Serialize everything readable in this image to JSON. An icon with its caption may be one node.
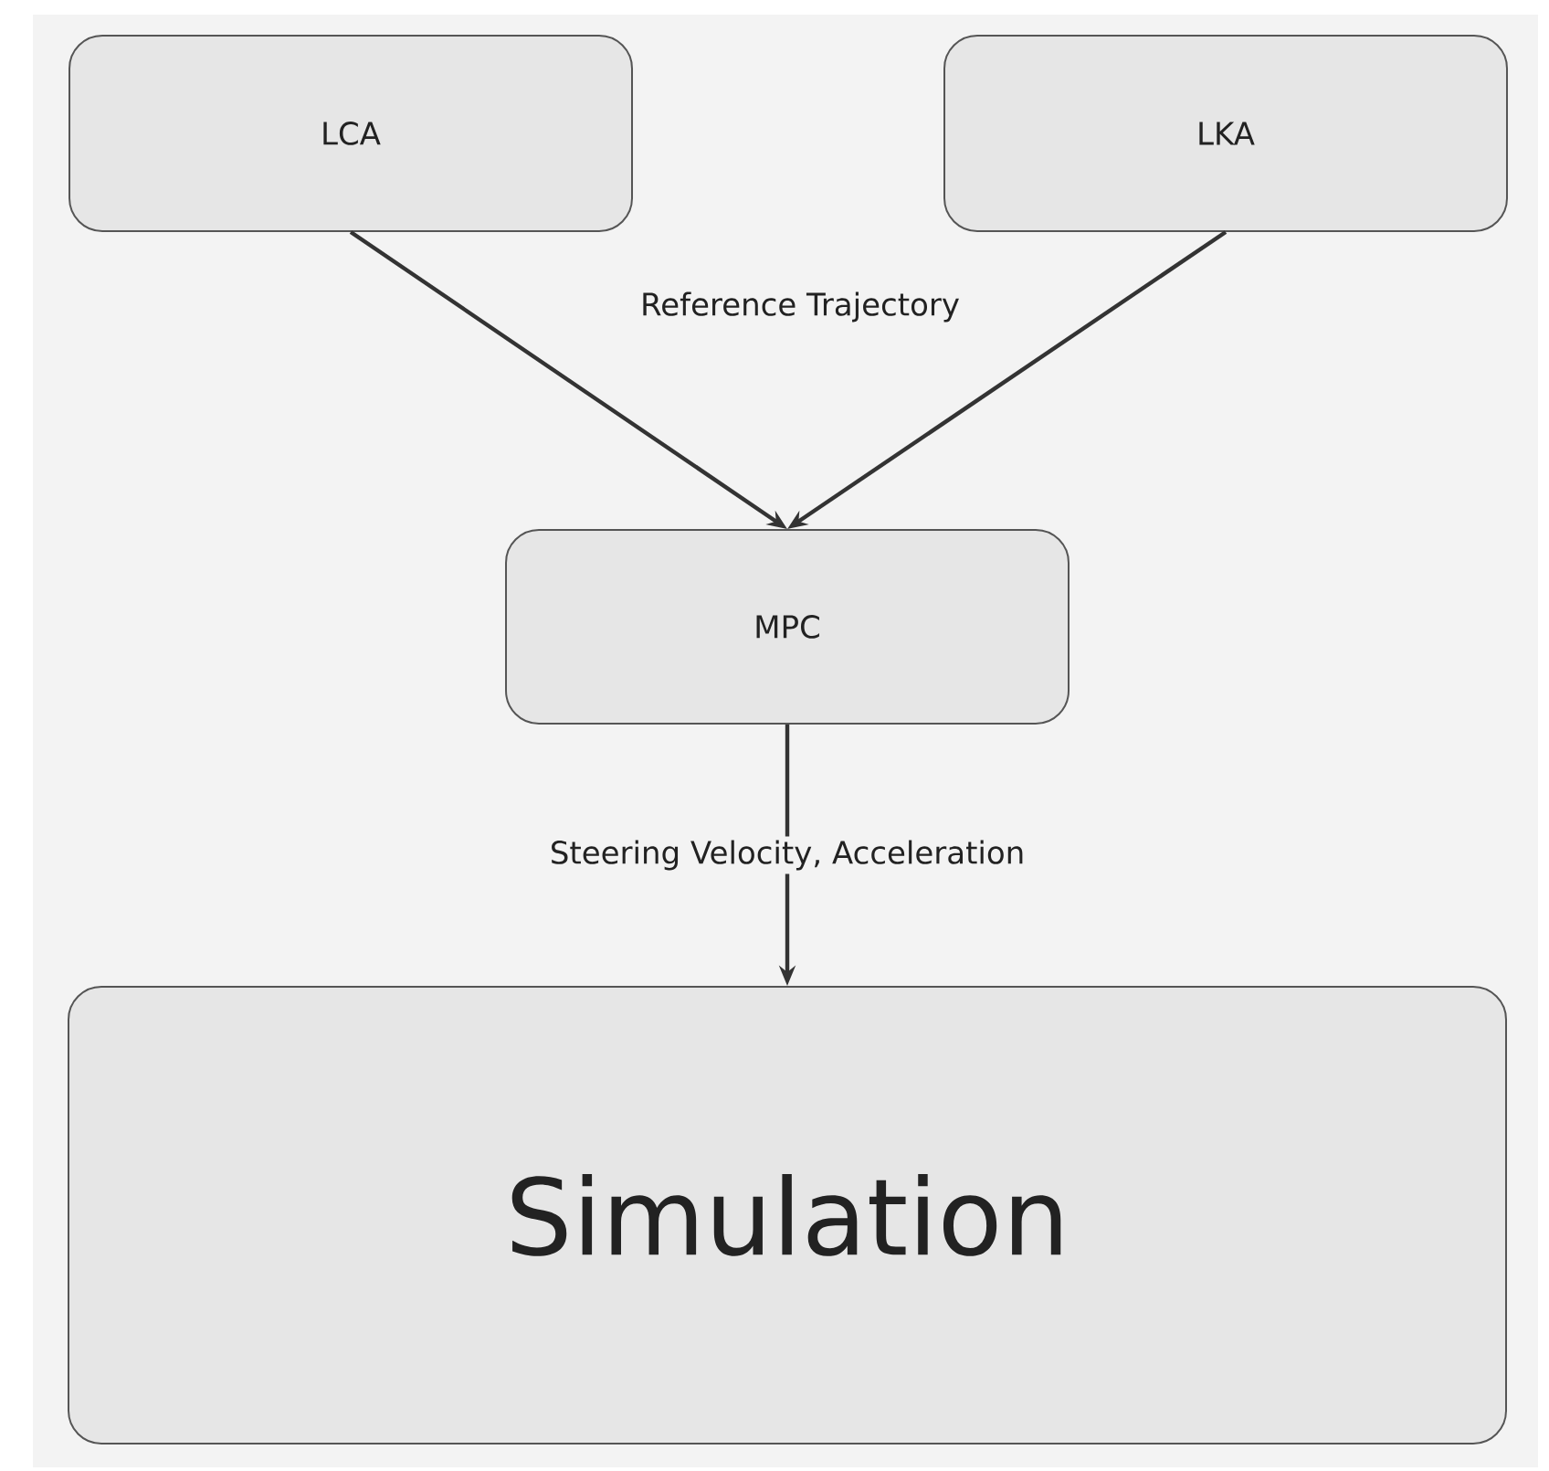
{
  "diagram": {
    "nodes": [
      {
        "text": [
          "LCA"
        ]
      },
      {
        "text": [
          "LKA"
        ]
      },
      {
        "text": [
          "MPC"
        ]
      },
      {
        "text": [
          "Simulation"
        ]
      }
    ],
    "edges": [
      {
        "from": 0,
        "to": 2,
        "arrow": "to"
      },
      {
        "from": 1,
        "to": 2,
        "arrow": "to"
      },
      {
        "from": 2,
        "to": 3,
        "arrow": "to",
        "label": "Steering Velocity, Acceleration"
      }
    ],
    "labels": [
      "Reference Trajectory"
    ]
  }
}
